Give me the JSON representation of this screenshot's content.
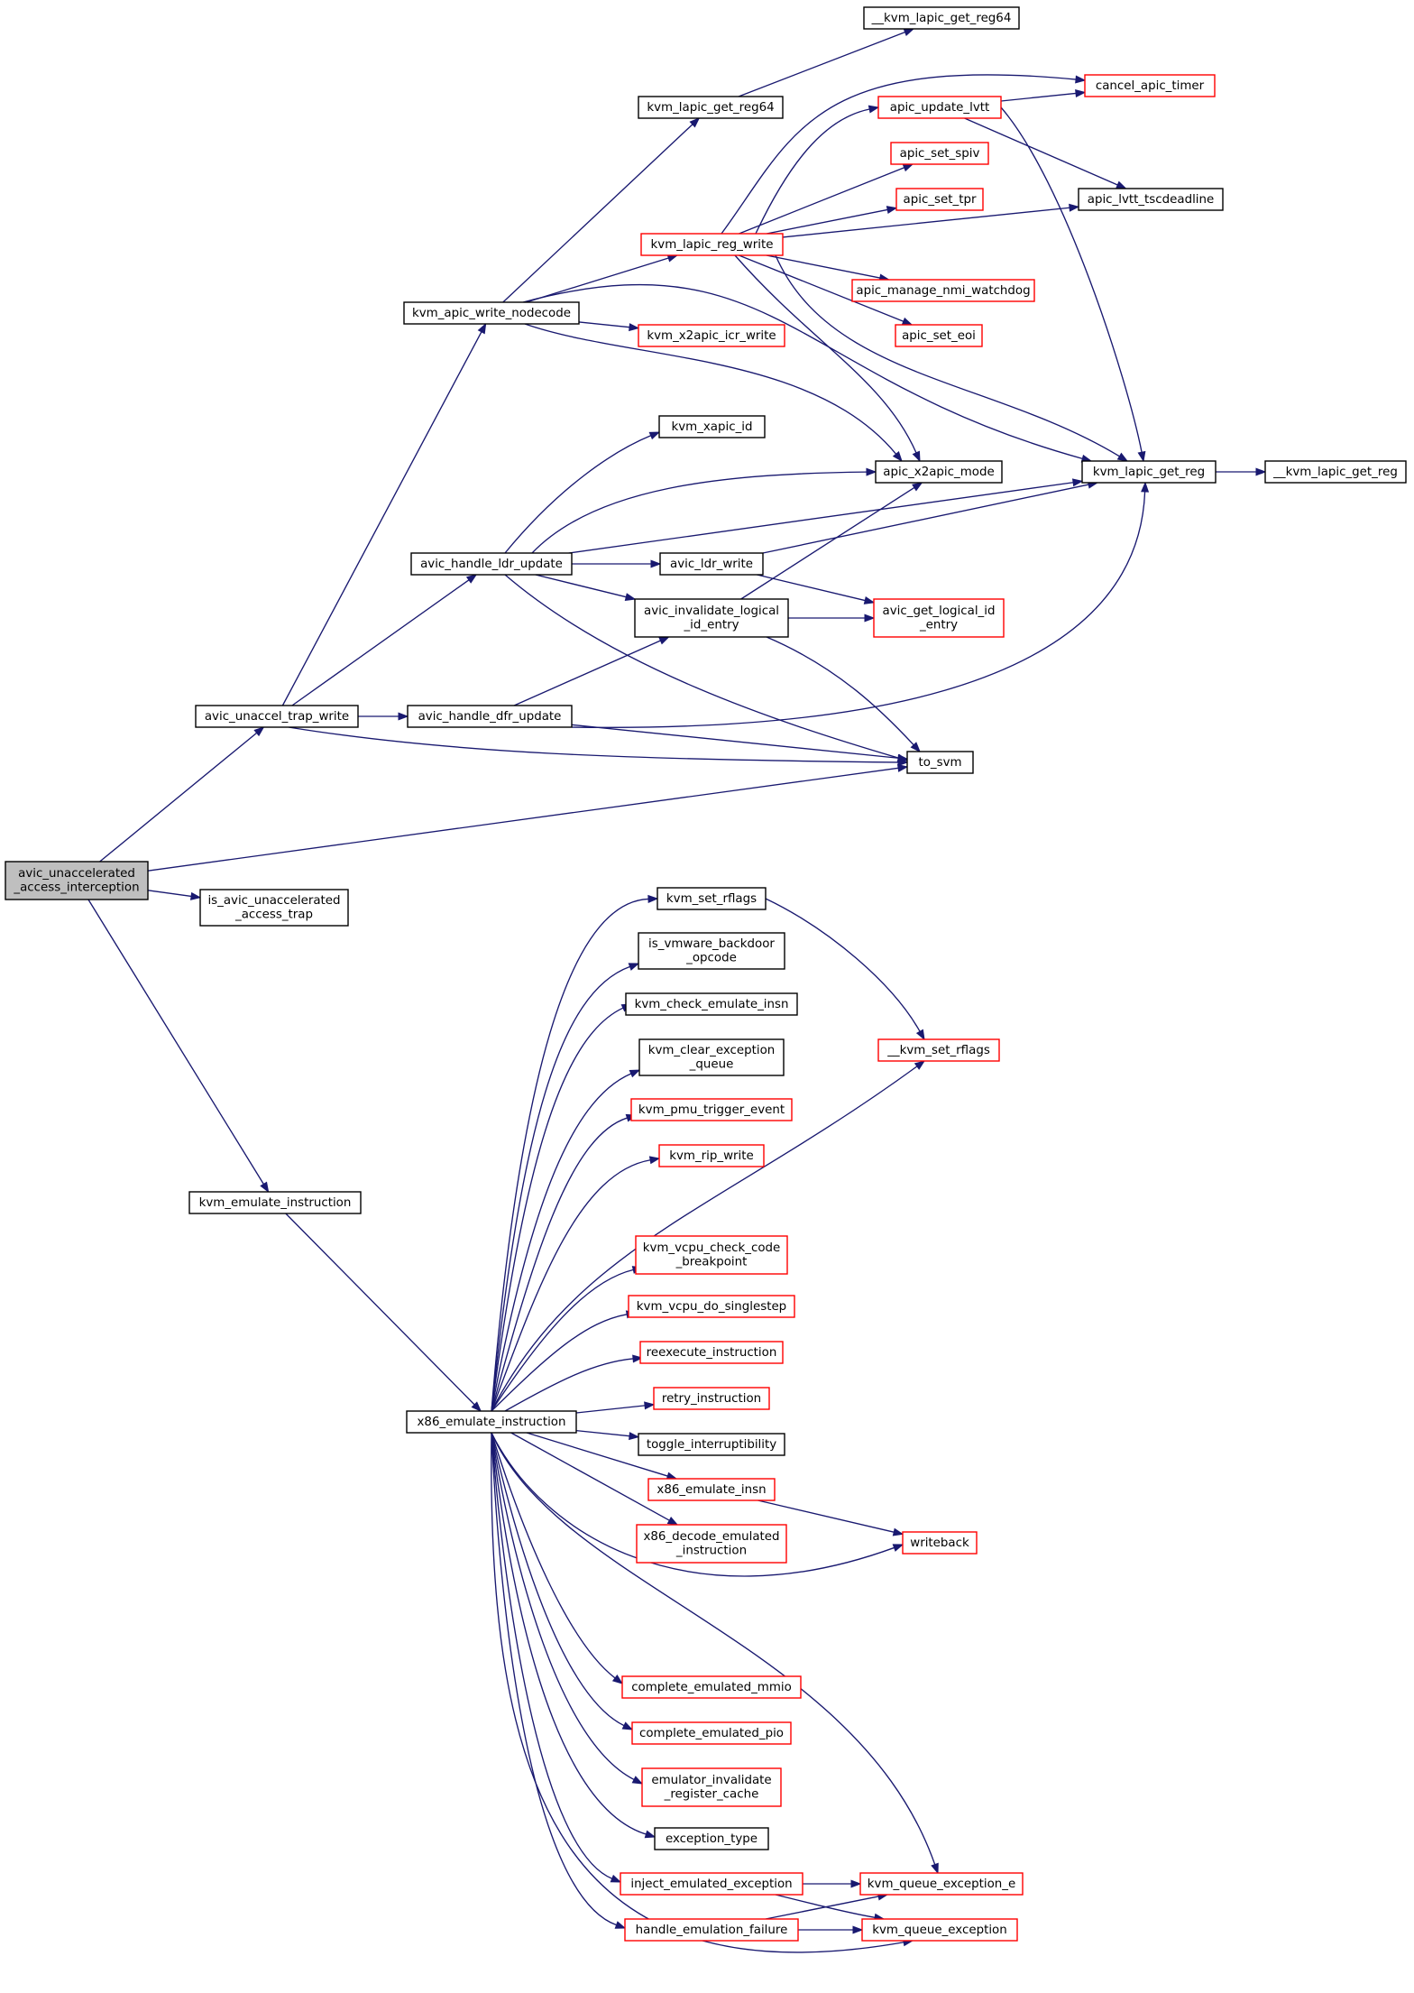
{
  "colors": {
    "edge": "#191970",
    "normal_border": "#000000",
    "truncated_border": "#ff0000",
    "root_fill": "#bfbfbf",
    "node_fill": "#ffffff"
  },
  "nodes": [
    {
      "id": "root",
      "lines": [
        "avic_unaccelerated",
        "_access_interception"
      ],
      "style": "root"
    },
    {
      "id": "avic_unaccel_trap_write",
      "lines": [
        "avic_unaccel_trap_write"
      ],
      "style": "normal"
    },
    {
      "id": "is_avic_unaccelerated_access_trap",
      "lines": [
        "is_avic_unaccelerated",
        "_access_trap"
      ],
      "style": "normal"
    },
    {
      "id": "kvm_emulate_instruction",
      "lines": [
        "kvm_emulate_instruction"
      ],
      "style": "normal"
    },
    {
      "id": "to_svm",
      "lines": [
        "to_svm"
      ],
      "style": "normal"
    },
    {
      "id": "avic_handle_dfr_update",
      "lines": [
        "avic_handle_dfr_update"
      ],
      "style": "normal"
    },
    {
      "id": "avic_handle_ldr_update",
      "lines": [
        "avic_handle_ldr_update"
      ],
      "style": "normal"
    },
    {
      "id": "kvm_apic_write_nodecode",
      "lines": [
        "kvm_apic_write_nodecode"
      ],
      "style": "normal"
    },
    {
      "id": "kvm_lapic_get_reg64",
      "lines": [
        "kvm_lapic_get_reg64"
      ],
      "style": "normal"
    },
    {
      "id": "__kvm_lapic_get_reg64",
      "lines": [
        "__kvm_lapic_get_reg64"
      ],
      "style": "normal"
    },
    {
      "id": "kvm_lapic_reg_write",
      "lines": [
        "kvm_lapic_reg_write"
      ],
      "style": "truncated"
    },
    {
      "id": "apic_update_lvtt",
      "lines": [
        "apic_update_lvtt"
      ],
      "style": "truncated"
    },
    {
      "id": "cancel_apic_timer",
      "lines": [
        "cancel_apic_timer"
      ],
      "style": "truncated"
    },
    {
      "id": "apic_set_spiv",
      "lines": [
        "apic_set_spiv"
      ],
      "style": "truncated"
    },
    {
      "id": "apic_set_tpr",
      "lines": [
        "apic_set_tpr"
      ],
      "style": "truncated"
    },
    {
      "id": "apic_lvtt_tscdeadline",
      "lines": [
        "apic_lvtt_tscdeadline"
      ],
      "style": "normal"
    },
    {
      "id": "apic_manage_nmi_watchdog",
      "lines": [
        "apic_manage_nmi_watchdog"
      ],
      "style": "truncated"
    },
    {
      "id": "apic_set_eoi",
      "lines": [
        "apic_set_eoi"
      ],
      "style": "truncated"
    },
    {
      "id": "kvm_x2apic_icr_write",
      "lines": [
        "kvm_x2apic_icr_write"
      ],
      "style": "truncated"
    },
    {
      "id": "kvm_xapic_id",
      "lines": [
        "kvm_xapic_id"
      ],
      "style": "normal"
    },
    {
      "id": "apic_x2apic_mode",
      "lines": [
        "apic_x2apic_mode"
      ],
      "style": "normal"
    },
    {
      "id": "kvm_lapic_get_reg",
      "lines": [
        "kvm_lapic_get_reg"
      ],
      "style": "normal"
    },
    {
      "id": "__kvm_lapic_get_reg",
      "lines": [
        "__kvm_lapic_get_reg"
      ],
      "style": "normal"
    },
    {
      "id": "avic_ldr_write",
      "lines": [
        "avic_ldr_write"
      ],
      "style": "normal"
    },
    {
      "id": "avic_invalidate_logical_id_entry",
      "lines": [
        "avic_invalidate_logical",
        "_id_entry"
      ],
      "style": "normal"
    },
    {
      "id": "avic_get_logical_id_entry",
      "lines": [
        "avic_get_logical_id",
        "_entry"
      ],
      "style": "truncated"
    },
    {
      "id": "x86_emulate_instruction",
      "lines": [
        "x86_emulate_instruction"
      ],
      "style": "normal"
    },
    {
      "id": "kvm_set_rflags",
      "lines": [
        "kvm_set_rflags"
      ],
      "style": "normal"
    },
    {
      "id": "is_vmware_backdoor_opcode",
      "lines": [
        "is_vmware_backdoor",
        "_opcode"
      ],
      "style": "normal"
    },
    {
      "id": "kvm_check_emulate_insn",
      "lines": [
        "kvm_check_emulate_insn"
      ],
      "style": "normal"
    },
    {
      "id": "kvm_clear_exception_queue",
      "lines": [
        "kvm_clear_exception",
        "_queue"
      ],
      "style": "normal"
    },
    {
      "id": "__kvm_set_rflags",
      "lines": [
        "__kvm_set_rflags"
      ],
      "style": "truncated"
    },
    {
      "id": "kvm_pmu_trigger_event",
      "lines": [
        "kvm_pmu_trigger_event"
      ],
      "style": "truncated"
    },
    {
      "id": "kvm_rip_write",
      "lines": [
        "kvm_rip_write"
      ],
      "style": "truncated"
    },
    {
      "id": "kvm_vcpu_check_code_breakpoint",
      "lines": [
        "kvm_vcpu_check_code",
        "_breakpoint"
      ],
      "style": "truncated"
    },
    {
      "id": "kvm_vcpu_do_singlestep",
      "lines": [
        "kvm_vcpu_do_singlestep"
      ],
      "style": "truncated"
    },
    {
      "id": "reexecute_instruction",
      "lines": [
        "reexecute_instruction"
      ],
      "style": "truncated"
    },
    {
      "id": "retry_instruction",
      "lines": [
        "retry_instruction"
      ],
      "style": "truncated"
    },
    {
      "id": "toggle_interruptibility",
      "lines": [
        "toggle_interruptibility"
      ],
      "style": "normal"
    },
    {
      "id": "x86_emulate_insn",
      "lines": [
        "x86_emulate_insn"
      ],
      "style": "truncated"
    },
    {
      "id": "x86_decode_emulated_instruction",
      "lines": [
        "x86_decode_emulated",
        "_instruction"
      ],
      "style": "truncated"
    },
    {
      "id": "writeback",
      "lines": [
        "writeback"
      ],
      "style": "truncated"
    },
    {
      "id": "complete_emulated_mmio",
      "lines": [
        "complete_emulated_mmio"
      ],
      "style": "truncated"
    },
    {
      "id": "complete_emulated_pio",
      "lines": [
        "complete_emulated_pio"
      ],
      "style": "truncated"
    },
    {
      "id": "emulator_invalidate_register_cache",
      "lines": [
        "emulator_invalidate",
        "_register_cache"
      ],
      "style": "truncated"
    },
    {
      "id": "exception_type",
      "lines": [
        "exception_type"
      ],
      "style": "normal"
    },
    {
      "id": "inject_emulated_exception",
      "lines": [
        "inject_emulated_exception"
      ],
      "style": "truncated"
    },
    {
      "id": "kvm_queue_exception_e",
      "lines": [
        "kvm_queue_exception_e"
      ],
      "style": "truncated"
    },
    {
      "id": "handle_emulation_failure",
      "lines": [
        "handle_emulation_failure"
      ],
      "style": "truncated"
    },
    {
      "id": "kvm_queue_exception",
      "lines": [
        "kvm_queue_exception"
      ],
      "style": "truncated"
    }
  ],
  "edges": [
    [
      "root",
      "avic_unaccel_trap_write"
    ],
    [
      "root",
      "to_svm"
    ],
    [
      "root",
      "is_avic_unaccelerated_access_trap"
    ],
    [
      "root",
      "kvm_emulate_instruction"
    ],
    [
      "avic_unaccel_trap_write",
      "kvm_apic_write_nodecode"
    ],
    [
      "avic_unaccel_trap_write",
      "avic_handle_ldr_update"
    ],
    [
      "avic_unaccel_trap_write",
      "avic_handle_dfr_update"
    ],
    [
      "avic_unaccel_trap_write",
      "to_svm"
    ],
    [
      "kvm_apic_write_nodecode",
      "kvm_lapic_get_reg64"
    ],
    [
      "kvm_apic_write_nodecode",
      "kvm_lapic_reg_write"
    ],
    [
      "kvm_apic_write_nodecode",
      "kvm_x2apic_icr_write"
    ],
    [
      "kvm_apic_write_nodecode",
      "apic_x2apic_mode"
    ],
    [
      "kvm_apic_write_nodecode",
      "kvm_lapic_get_reg"
    ],
    [
      "kvm_lapic_get_reg64",
      "__kvm_lapic_get_reg64"
    ],
    [
      "kvm_lapic_reg_write",
      "apic_update_lvtt"
    ],
    [
      "kvm_lapic_reg_write",
      "cancel_apic_timer"
    ],
    [
      "kvm_lapic_reg_write",
      "apic_set_spiv"
    ],
    [
      "kvm_lapic_reg_write",
      "apic_set_tpr"
    ],
    [
      "kvm_lapic_reg_write",
      "apic_lvtt_tscdeadline"
    ],
    [
      "kvm_lapic_reg_write",
      "apic_manage_nmi_watchdog"
    ],
    [
      "kvm_lapic_reg_write",
      "apic_set_eoi"
    ],
    [
      "kvm_lapic_reg_write",
      "apic_x2apic_mode"
    ],
    [
      "kvm_lapic_reg_write",
      "kvm_lapic_get_reg"
    ],
    [
      "apic_update_lvtt",
      "cancel_apic_timer"
    ],
    [
      "apic_update_lvtt",
      "apic_lvtt_tscdeadline"
    ],
    [
      "apic_update_lvtt",
      "kvm_lapic_get_reg"
    ],
    [
      "kvm_lapic_get_reg",
      "__kvm_lapic_get_reg"
    ],
    [
      "avic_handle_ldr_update",
      "kvm_xapic_id"
    ],
    [
      "avic_handle_ldr_update",
      "apic_x2apic_mode"
    ],
    [
      "avic_handle_ldr_update",
      "kvm_lapic_get_reg"
    ],
    [
      "avic_handle_ldr_update",
      "avic_ldr_write"
    ],
    [
      "avic_handle_ldr_update",
      "avic_invalidate_logical_id_entry"
    ],
    [
      "avic_handle_ldr_update",
      "to_svm"
    ],
    [
      "avic_ldr_write",
      "kvm_lapic_get_reg"
    ],
    [
      "avic_ldr_write",
      "avic_get_logical_id_entry"
    ],
    [
      "avic_invalidate_logical_id_entry",
      "apic_x2apic_mode"
    ],
    [
      "avic_invalidate_logical_id_entry",
      "avic_get_logical_id_entry"
    ],
    [
      "avic_invalidate_logical_id_entry",
      "to_svm"
    ],
    [
      "avic_handle_dfr_update",
      "avic_invalidate_logical_id_entry"
    ],
    [
      "avic_handle_dfr_update",
      "kvm_lapic_get_reg"
    ],
    [
      "avic_handle_dfr_update",
      "to_svm"
    ],
    [
      "kvm_emulate_instruction",
      "x86_emulate_instruction"
    ],
    [
      "x86_emulate_instruction",
      "kvm_set_rflags"
    ],
    [
      "x86_emulate_instruction",
      "is_vmware_backdoor_opcode"
    ],
    [
      "x86_emulate_instruction",
      "kvm_check_emulate_insn"
    ],
    [
      "x86_emulate_instruction",
      "kvm_clear_exception_queue"
    ],
    [
      "x86_emulate_instruction",
      "kvm_pmu_trigger_event"
    ],
    [
      "x86_emulate_instruction",
      "kvm_rip_write"
    ],
    [
      "x86_emulate_instruction",
      "__kvm_set_rflags"
    ],
    [
      "x86_emulate_instruction",
      "kvm_vcpu_check_code_breakpoint"
    ],
    [
      "x86_emulate_instruction",
      "kvm_vcpu_do_singlestep"
    ],
    [
      "x86_emulate_instruction",
      "reexecute_instruction"
    ],
    [
      "x86_emulate_instruction",
      "retry_instruction"
    ],
    [
      "x86_emulate_instruction",
      "toggle_interruptibility"
    ],
    [
      "x86_emulate_instruction",
      "x86_emulate_insn"
    ],
    [
      "x86_emulate_instruction",
      "x86_decode_emulated_instruction"
    ],
    [
      "x86_emulate_instruction",
      "writeback"
    ],
    [
      "x86_emulate_instruction",
      "kvm_queue_exception_e"
    ],
    [
      "x86_emulate_instruction",
      "complete_emulated_mmio"
    ],
    [
      "x86_emulate_instruction",
      "complete_emulated_pio"
    ],
    [
      "x86_emulate_instruction",
      "emulator_invalidate_register_cache"
    ],
    [
      "x86_emulate_instruction",
      "exception_type"
    ],
    [
      "x86_emulate_instruction",
      "inject_emulated_exception"
    ],
    [
      "x86_emulate_instruction",
      "handle_emulation_failure"
    ],
    [
      "x86_emulate_instruction",
      "kvm_queue_exception"
    ],
    [
      "kvm_set_rflags",
      "__kvm_set_rflags"
    ],
    [
      "x86_emulate_insn",
      "writeback"
    ],
    [
      "inject_emulated_exception",
      "kvm_queue_exception_e"
    ],
    [
      "inject_emulated_exception",
      "kvm_queue_exception"
    ],
    [
      "handle_emulation_failure",
      "kvm_queue_exception_e"
    ],
    [
      "handle_emulation_failure",
      "kvm_queue_exception"
    ]
  ]
}
